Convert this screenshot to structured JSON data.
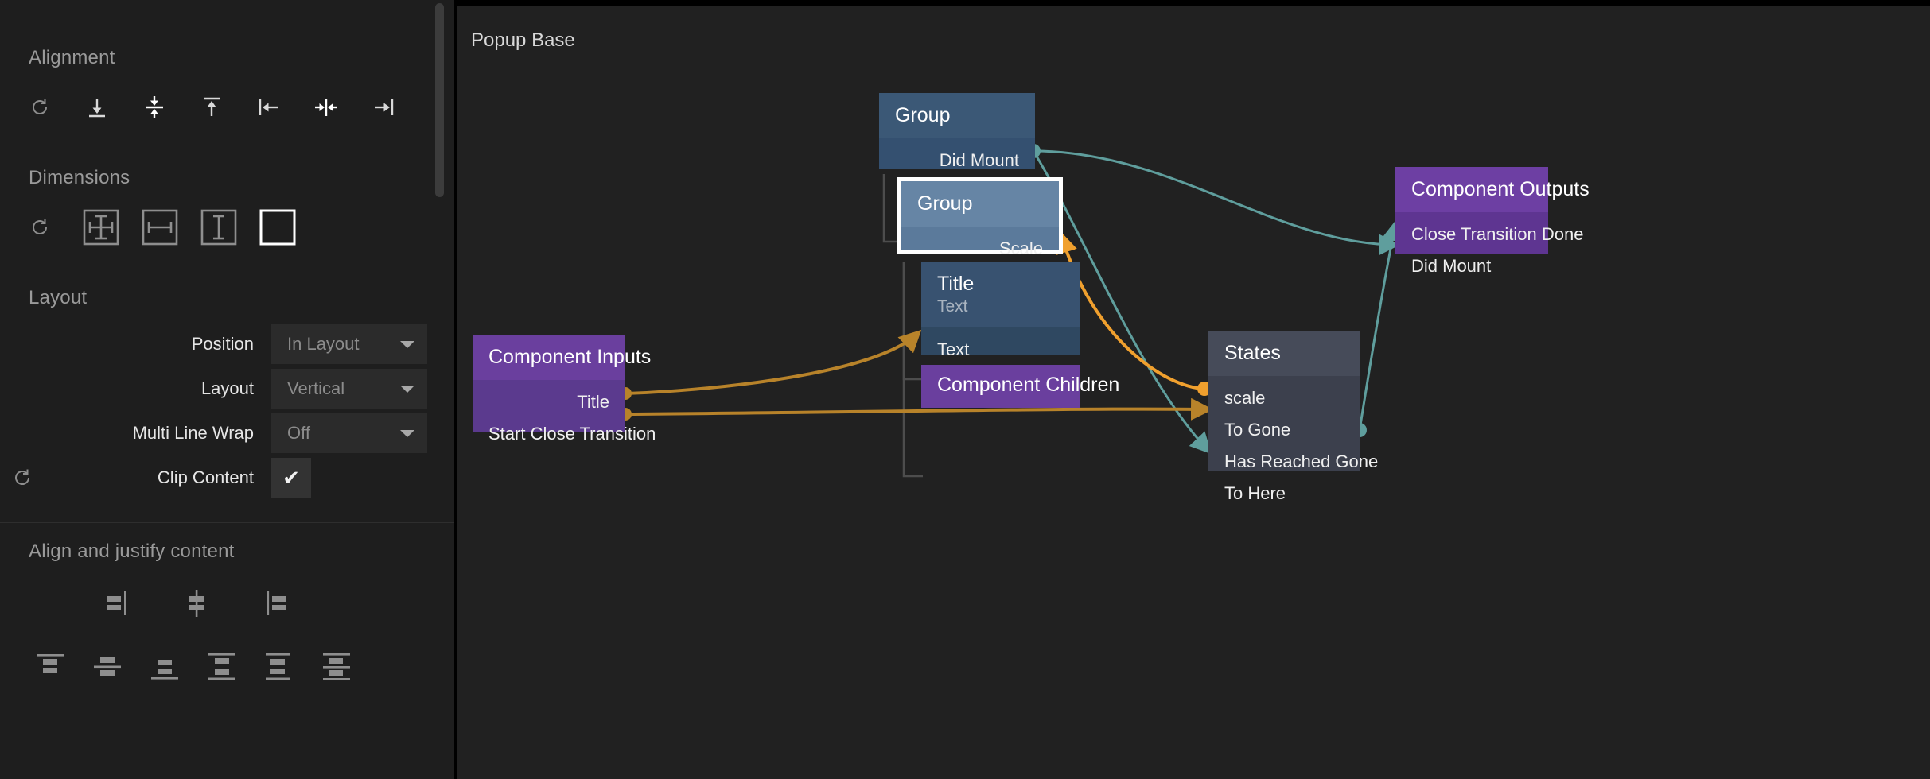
{
  "inspector": {
    "sections": [
      {
        "id": "alignment",
        "title": "Alignment",
        "icons": [
          {
            "name": "reset-icon",
            "label": "Reset alignment"
          },
          {
            "name": "align-bottom-icon",
            "label": "Align bottom"
          },
          {
            "name": "align-vertical-center-icon",
            "label": "Align vertical center"
          },
          {
            "name": "align-top-icon",
            "label": "Align top"
          },
          {
            "name": "align-left-icon",
            "label": "Align left"
          },
          {
            "name": "align-horizontal-center-icon",
            "label": "Align horizontal center"
          },
          {
            "name": "align-right-icon",
            "label": "Align right"
          }
        ]
      },
      {
        "id": "dimensions",
        "title": "Dimensions",
        "icons": [
          {
            "name": "reset-icon",
            "label": "Reset dimensions"
          },
          {
            "name": "size-both-icon",
            "label": "Fit width and height"
          },
          {
            "name": "size-width-icon",
            "label": "Fit width"
          },
          {
            "name": "size-height-icon",
            "label": "Fit height"
          },
          {
            "name": "size-fixed-icon",
            "label": "Fixed size",
            "selected": true
          }
        ]
      }
    ],
    "layout": {
      "title": "Layout",
      "rows": [
        {
          "label": "Position",
          "value": "In Layout",
          "type": "dropdown",
          "reset": false
        },
        {
          "label": "Layout",
          "value": "Vertical",
          "type": "dropdown",
          "reset": false
        },
        {
          "label": "Multi Line Wrap",
          "value": "Off",
          "type": "dropdown",
          "reset": false
        },
        {
          "label": "Clip Content",
          "value": "✔",
          "type": "checkbox",
          "checked": true,
          "reset": true
        }
      ]
    },
    "align_justify": {
      "title": "Align and justify content",
      "row1": [
        {
          "name": "justify-start-icon"
        },
        {
          "name": "justify-center-icon"
        },
        {
          "name": "justify-end-icon"
        }
      ],
      "row2": [
        {
          "name": "align-content-start-icon"
        },
        {
          "name": "align-content-center-icon"
        },
        {
          "name": "align-content-end-icon"
        },
        {
          "name": "align-content-space-between-icon"
        },
        {
          "name": "align-content-space-around-icon"
        },
        {
          "name": "align-content-space-evenly-icon"
        }
      ]
    }
  },
  "canvas": {
    "breadcrumb": "Popup Base",
    "nodes": [
      {
        "id": "group-parent",
        "title": "Group",
        "outputs": [
          "Did Mount"
        ],
        "inputs": [],
        "selected": false
      },
      {
        "id": "group-selected",
        "title": "Group",
        "outputs": [],
        "inputs": [
          "Scale"
        ],
        "selected": true
      },
      {
        "id": "title-text",
        "title": "Title",
        "subtitle": "Text",
        "inputs": [
          "Text"
        ],
        "outputs": [],
        "selected": false
      },
      {
        "id": "component-children",
        "title": "Component Children",
        "inputs": [],
        "outputs": [],
        "selected": false
      },
      {
        "id": "component-inputs",
        "title": "Component Inputs",
        "outputs": [
          "Title",
          "Start Close Transition"
        ],
        "inputs": [],
        "selected": false
      },
      {
        "id": "states",
        "title": "States",
        "inputs": [
          "scale",
          "To Gone",
          "To Here"
        ],
        "outputs": [
          "Has Reached Gone"
        ],
        "selected": false
      },
      {
        "id": "component-outputs",
        "title": "Component Outputs",
        "inputs": [
          "Close Transition Done",
          "Did Mount"
        ],
        "outputs": [],
        "selected": false
      }
    ],
    "connections": [
      {
        "from": "group-parent.Did Mount",
        "to": "component-outputs.Did Mount",
        "color": "#5f9e9d"
      },
      {
        "from": "group-parent.Did Mount",
        "to": "states.To Here",
        "color": "#5f9e9d"
      },
      {
        "from": "states.scale",
        "to": "group-selected.Scale",
        "color": "#f0a02e"
      },
      {
        "from": "component-inputs.Title",
        "to": "title-text.Text",
        "color": "#b8832a"
      },
      {
        "from": "component-inputs.Start Close Transition",
        "to": "states.To Gone",
        "color": "#b8832a"
      },
      {
        "from": "states.Has Reached Gone",
        "to": "component-outputs.Close Transition Done",
        "color": "#5f9e9d"
      }
    ]
  },
  "colors": {
    "canvas_bg": "#212121",
    "panel_bg": "#1e1e1e",
    "node_group": "#345070",
    "node_group_selected": "#5b7a9b",
    "node_text": "#2f4861",
    "node_purple": "#5b3a8e",
    "node_states": "#3c404d",
    "edge_teal": "#5f9e9d",
    "edge_orange": "#f0a02e",
    "edge_gold": "#b8832a",
    "selection_white": "#ffffff"
  }
}
